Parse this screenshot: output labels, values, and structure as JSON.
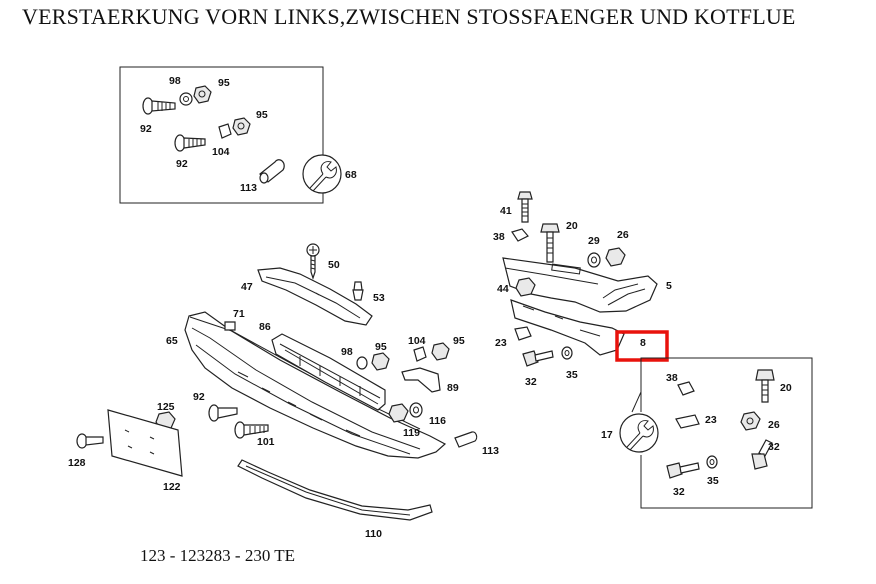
{
  "diagram": {
    "title": "VERSTAERKUNG VORN LINKS,ZWISCHEN STOSSFAENGER UND KOTFLUE",
    "caption": "123 - 123283 - 230 TE",
    "highlight_color": "#e8120c",
    "highlighted_part": "8",
    "inset_top_left": {
      "tool_ref": "68",
      "labels": [
        "98",
        "95",
        "92",
        "95",
        "92",
        "104",
        "113"
      ]
    },
    "inset_bottom_right": {
      "tool_ref": "17",
      "labels": [
        "38",
        "20",
        "23",
        "26",
        "32",
        "32",
        "35"
      ]
    },
    "main_labels": [
      "41",
      "20",
      "38",
      "29",
      "26",
      "5",
      "44",
      "23",
      "8",
      "32",
      "35",
      "50",
      "47",
      "53",
      "71",
      "86",
      "65",
      "104",
      "95",
      "98",
      "95",
      "89",
      "92",
      "125",
      "116",
      "101",
      "119",
      "128",
      "122",
      "113",
      "110"
    ]
  }
}
